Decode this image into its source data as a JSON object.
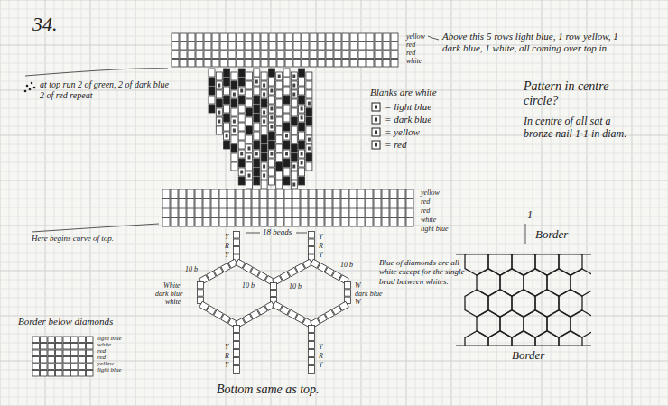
{
  "diagram": {
    "title": "34.",
    "labels": [
      "yellow",
      "red",
      "red",
      "white",
      "Above this 5 rows light blue, 1 row yellow, 1 dark blue, 1 white, all coming over top in.",
      "at top run 2 of green, 2 of dark blue 2 of red repeat",
      "Blanks are white",
      "Pattern in centre circle?",
      "In centre of all sat a bronze nail 1·1 in diam.",
      "yellow",
      "red",
      "red",
      "white",
      "light blue",
      "Here begins curve of top.",
      "18 beads",
      "Y",
      "R",
      "Y",
      "Y",
      "R",
      "Y",
      "10 b",
      "10 b",
      "10 b",
      "10 b",
      "White",
      "dark blue",
      "white",
      "W",
      "dark blue",
      "W",
      "Blue of diamonds are all white except for the single bead between whites.",
      "Y",
      "R",
      "Y",
      "Y",
      "R",
      "Y",
      "1",
      "Border",
      "Border",
      "Border below diamonds",
      "light blue",
      "white",
      "red",
      "red",
      "yellow",
      "light blue",
      "Bottom same as top."
    ],
    "legend": [
      {
        "text": "= light blue"
      },
      {
        "text": "= dark blue"
      },
      {
        "text": "= yellow"
      },
      {
        "text": "= red"
      }
    ]
  }
}
